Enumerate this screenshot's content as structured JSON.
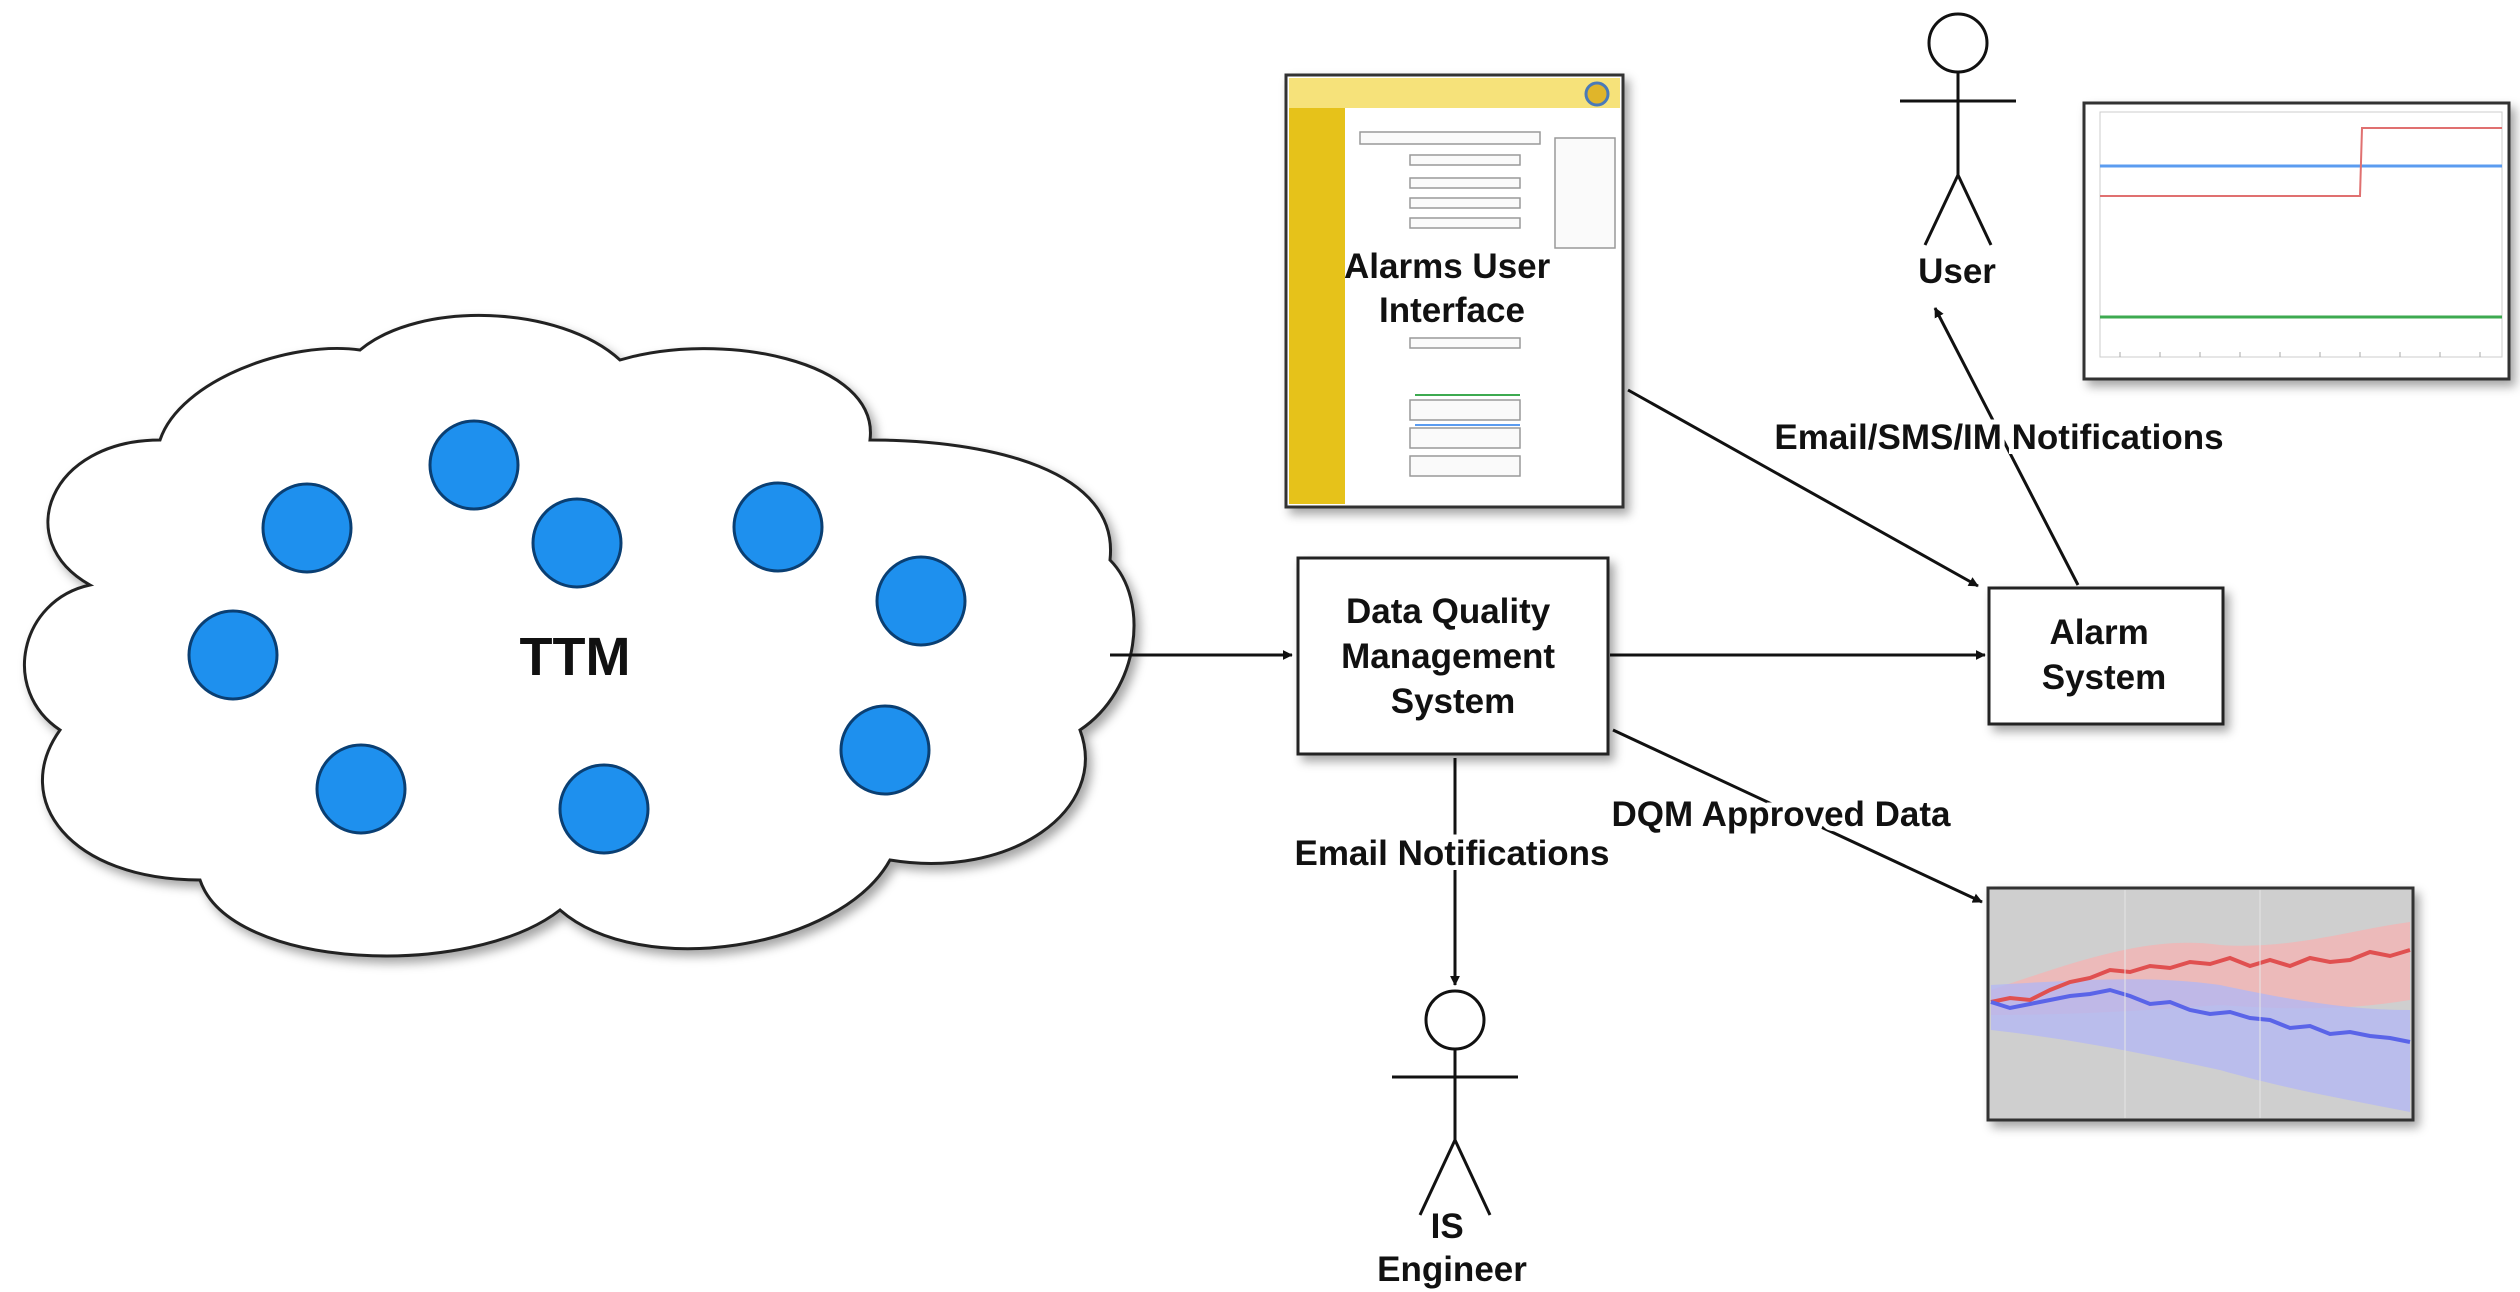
{
  "nodes": {
    "ttm": "TTM",
    "dqm": [
      "Data Quality",
      "Management",
      "System"
    ],
    "alarm": [
      "Alarm",
      "System"
    ],
    "alarms_ui": [
      "Alarms User",
      "Interface"
    ],
    "user": "User",
    "engineer": [
      "IS",
      "Engineer"
    ]
  },
  "edges": {
    "email_sms_im": "Email/SMS/IM Notifications",
    "dqm_approved": "DQM Approved Data",
    "email_notifications": "Email Notifications"
  },
  "colors": {
    "node_fill": "#1e90ee",
    "node_stroke": "#0a3f73",
    "ui_sidebar": "#e6c21a",
    "series_blue": "#5b9cf0",
    "series_red": "#e07070",
    "series_green": "#3daa50",
    "band_red": "#f2b4b4",
    "band_blue": "#b4b8f2",
    "chart_bg": "#cfcfcf"
  }
}
